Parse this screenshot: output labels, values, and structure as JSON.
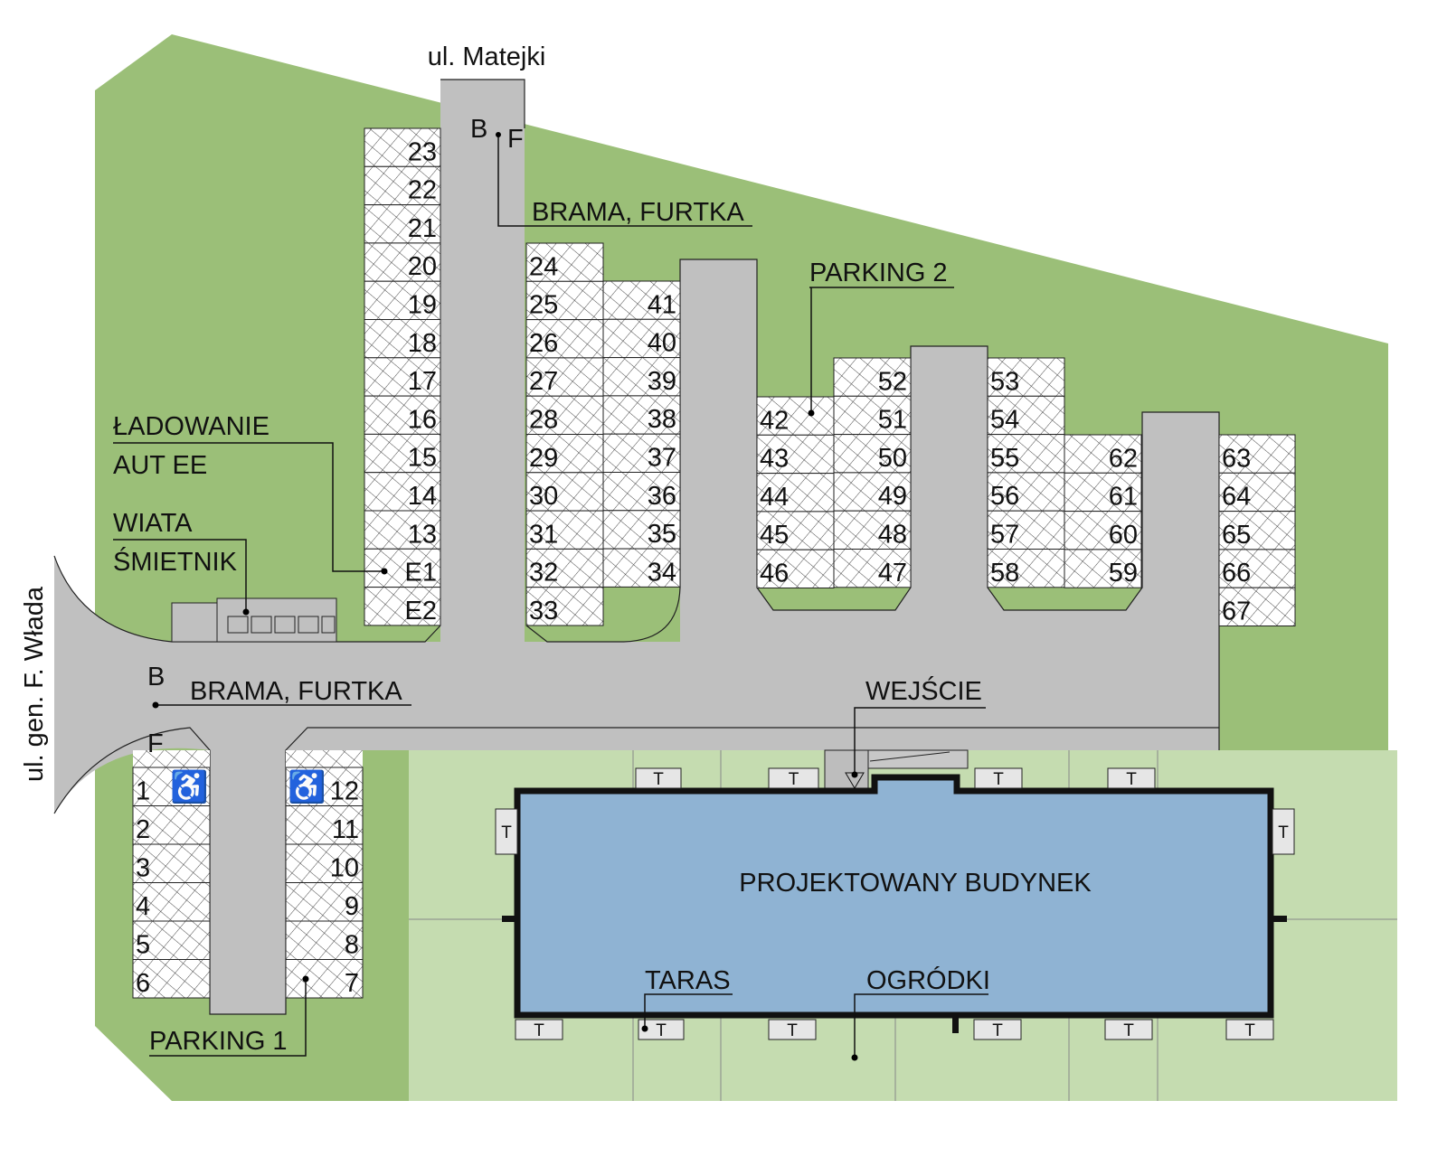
{
  "colors": {
    "grass": "#9bbf78",
    "garden": "#c5dcb0",
    "road": "#c0c0c0",
    "building": "#8fb3d3",
    "outline": "#111111"
  },
  "streets": {
    "north": "ul. Matejki",
    "west": "ul. gen. F. Władа"
  },
  "gates": {
    "north": {
      "gate": "B",
      "wicket": "F",
      "label": "BRAMA, FURTKA"
    },
    "west": {
      "gate": "B",
      "wicket": "F",
      "label": "BRAMA, FURTKA"
    }
  },
  "labels": {
    "parking2": "PARKING 2",
    "parking1": "PARKING 1",
    "charging_line1": "ŁADOWANIE",
    "charging_line2": "AUT EE",
    "shelter_line1": "WIATA",
    "shelter_line2": "ŚMIETNIK",
    "entrance": "WEJŚCIE",
    "building": "PROJEKTOWANY BUDYNEK",
    "terrace": "TARAS",
    "gardens": "OGRÓDKI",
    "terrace_box": "T"
  },
  "parking_columns": [
    {
      "id": "a",
      "labels": [
        "23",
        "22",
        "21",
        "20",
        "19",
        "18",
        "17",
        "16",
        "15",
        "14",
        "13",
        "E1",
        "E2"
      ]
    },
    {
      "id": "b",
      "labels": [
        "24",
        "25",
        "26",
        "27",
        "28",
        "29",
        "30",
        "31",
        "32",
        "33"
      ]
    },
    {
      "id": "c",
      "labels": [
        "41",
        "40",
        "39",
        "38",
        "37",
        "36",
        "35",
        "34"
      ]
    },
    {
      "id": "d",
      "labels": [
        "42",
        "43",
        "44",
        "45",
        "46"
      ]
    },
    {
      "id": "e",
      "labels": [
        "52",
        "51",
        "50",
        "49",
        "48",
        "47"
      ]
    },
    {
      "id": "f",
      "labels": [
        "53",
        "54",
        "55",
        "56",
        "57",
        "58"
      ]
    },
    {
      "id": "g",
      "labels": [
        "62",
        "61",
        "60",
        "59"
      ]
    },
    {
      "id": "h",
      "labels": [
        "63",
        "64",
        "65",
        "66",
        "67"
      ]
    },
    {
      "id": "p1l",
      "labels": [
        "1",
        "2",
        "3",
        "4",
        "5",
        "6"
      ]
    },
    {
      "id": "p1r",
      "labels": [
        "12",
        "11",
        "10",
        "9",
        "8",
        "7"
      ]
    }
  ]
}
